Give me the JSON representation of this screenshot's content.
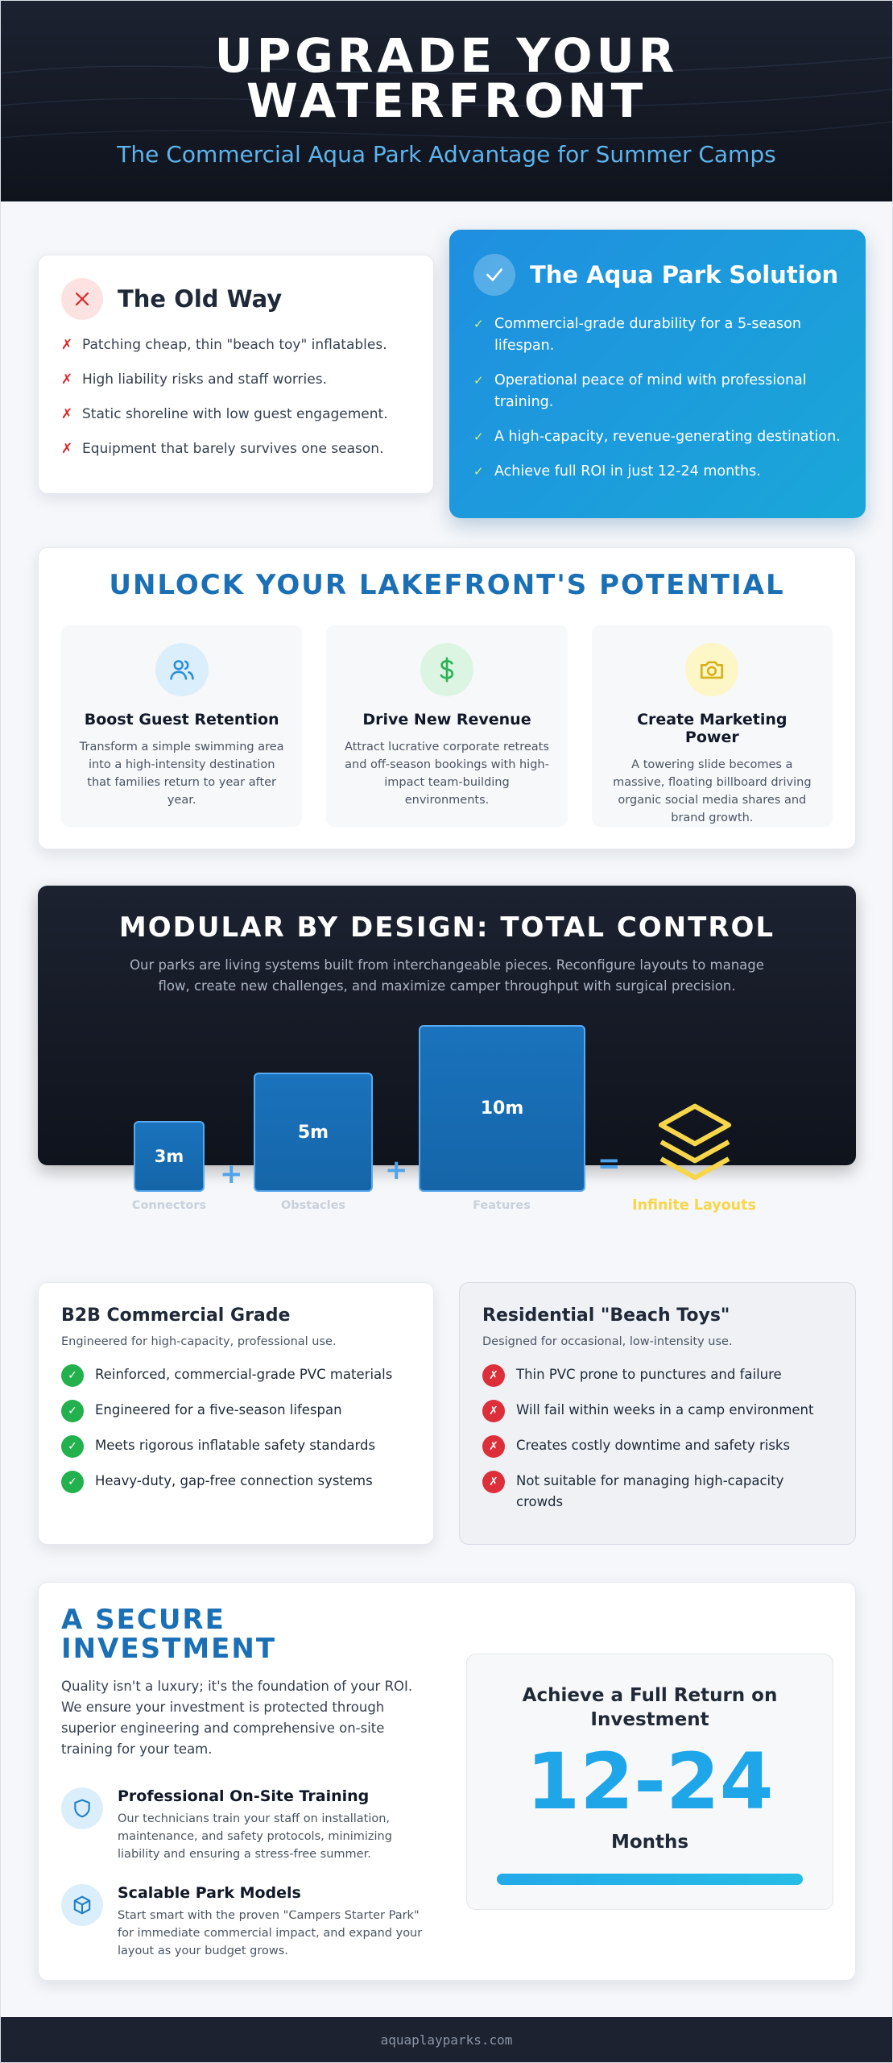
{
  "hero": {
    "title": "UPGRADE YOUR WATERFRONT",
    "subtitle": "The Commercial Aqua Park Advantage for Summer Camps"
  },
  "old_way": {
    "title": "The Old Way",
    "icon": "x-icon",
    "items": [
      "Patching cheap, thin \"beach toy\" inflatables.",
      "High liability risks and staff worries.",
      "Static shoreline with low guest engagement.",
      "Equipment that barely survives one season."
    ]
  },
  "solution": {
    "title": "The Aqua Park Solution",
    "icon": "check-icon",
    "items": [
      "Commercial-grade durability for a 5-season lifespan.",
      "Operational peace of mind with professional training.",
      "A high-capacity, revenue-generating destination.",
      "Achieve full ROI in just 12-24 months."
    ]
  },
  "unlock": {
    "title": "UNLOCK YOUR LAKEFRONT'S POTENTIAL",
    "benefits": [
      {
        "icon": "users-icon",
        "title": "Boost Guest Retention",
        "text": "Transform a simple swimming area into a high-intensity destination that families return to year after year."
      },
      {
        "icon": "dollar-icon",
        "title": "Drive New Revenue",
        "text": "Attract lucrative corporate retreats and off-season bookings with high-impact team-building environments."
      },
      {
        "icon": "camera-icon",
        "title": "Create Marketing Power",
        "text": "A towering slide becomes a massive, floating billboard driving organic social media shares and brand growth."
      }
    ]
  },
  "modular": {
    "title": "MODULAR BY DESIGN: TOTAL CONTROL",
    "description": "Our parks are living systems built from interchangeable pieces. Reconfigure layouts to manage flow, create new challenges, and maximize camper throughput with surgical precision.",
    "blocks": [
      {
        "size": "3m",
        "label": "Connectors"
      },
      {
        "size": "5m",
        "label": "Obstacles"
      },
      {
        "size": "10m",
        "label": "Features"
      }
    ],
    "plus": "+",
    "equals": "=",
    "result_label": "Infinite Layouts",
    "result_icon": "layers-icon"
  },
  "b2b": {
    "title": "B2B Commercial Grade",
    "tagline": "Engineered for high-capacity, professional use.",
    "items": [
      "Reinforced, commercial-grade PVC materials",
      "Engineered for a five-season lifespan",
      "Meets rigorous inflatable safety standards",
      "Heavy-duty, gap-free connection systems"
    ]
  },
  "residential": {
    "title": "Residential \"Beach Toys\"",
    "tagline": "Designed for occasional, low-intensity use.",
    "items": [
      "Thin PVC prone to punctures and failure",
      "Will fail within weeks in a camp environment",
      "Creates costly downtime and safety risks",
      "Not suitable for managing high-capacity crowds"
    ]
  },
  "secure": {
    "title": "A SECURE INVESTMENT",
    "intro": "Quality isn't a luxury; it's the foundation of your ROI. We ensure your investment is protected through superior engineering and comprehensive on-site training for your team.",
    "features": [
      {
        "icon": "shield-icon",
        "title": "Professional On-Site Training",
        "text": "Our technicians train your staff on installation, maintenance, and safety protocols, minimizing liability and ensuring a stress-free summer."
      },
      {
        "icon": "cube-icon",
        "title": "Scalable Park Models",
        "text": "Start smart with the proven \"Campers Starter Park\" for immediate commercial impact, and expand your layout as your budget grows."
      }
    ],
    "roi": {
      "heading": "Achieve a Full Return on Investment",
      "value": "12-24",
      "unit": "Months"
    }
  },
  "footer": {
    "text": "aquaplayparks.com"
  },
  "colors": {
    "accent_blue": "#1a6fb5",
    "solution_blue": "#1f8fe0",
    "dark_bg": "#141a25",
    "yellow": "#f7d64a",
    "check_green": "#22b14c",
    "x_red": "#dc2f3a"
  }
}
